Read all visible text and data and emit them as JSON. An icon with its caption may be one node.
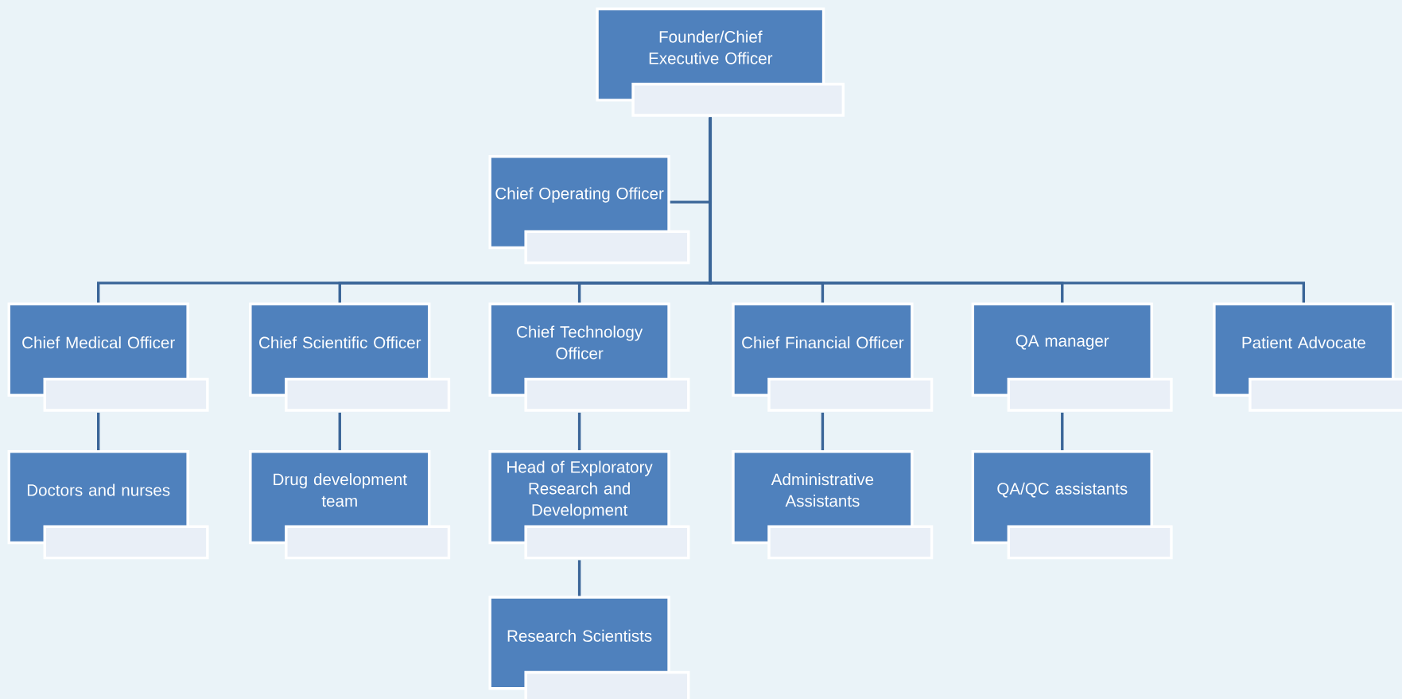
{
  "diagram": {
    "nodes": [
      {
        "text": [
          "Founder/Chief Executive Officer"
        ]
      },
      {
        "text": [
          "Chief Operating Officer"
        ]
      },
      {
        "text": [
          "Chief Medical Officer"
        ]
      },
      {
        "text": [
          "Chief Scientific Officer"
        ]
      },
      {
        "text": [
          "Chief Technology Officer"
        ]
      },
      {
        "text": [
          "Chief Financial Officer"
        ]
      },
      {
        "text": [
          "QA manager"
        ]
      },
      {
        "text": [
          "Patient Advocate"
        ]
      },
      {
        "text": [
          "Doctors and nurses"
        ]
      },
      {
        "text": [
          "Drug development team"
        ]
      },
      {
        "text": [
          "Head of Exploratory Research and Development"
        ]
      },
      {
        "text": [
          "Administrative Assistants"
        ]
      },
      {
        "text": [
          "QA/QC assistants"
        ]
      },
      {
        "text": [
          "Research Scientists"
        ]
      }
    ],
    "edges": [
      {
        "from": 0,
        "to": 1,
        "arrow": "none"
      },
      {
        "from": 0,
        "to": 2,
        "arrow": "none"
      },
      {
        "from": 0,
        "to": 3,
        "arrow": "none"
      },
      {
        "from": 0,
        "to": 4,
        "arrow": "none"
      },
      {
        "from": 0,
        "to": 5,
        "arrow": "none"
      },
      {
        "from": 0,
        "to": 6,
        "arrow": "none"
      },
      {
        "from": 0,
        "to": 7,
        "arrow": "none"
      },
      {
        "from": 2,
        "to": 8,
        "arrow": "none"
      },
      {
        "from": 3,
        "to": 9,
        "arrow": "none"
      },
      {
        "from": 4,
        "to": 10,
        "arrow": "none"
      },
      {
        "from": 5,
        "to": 11,
        "arrow": "none"
      },
      {
        "from": 6,
        "to": 12,
        "arrow": "none"
      },
      {
        "from": 10,
        "to": 13,
        "arrow": "none"
      }
    ]
  }
}
